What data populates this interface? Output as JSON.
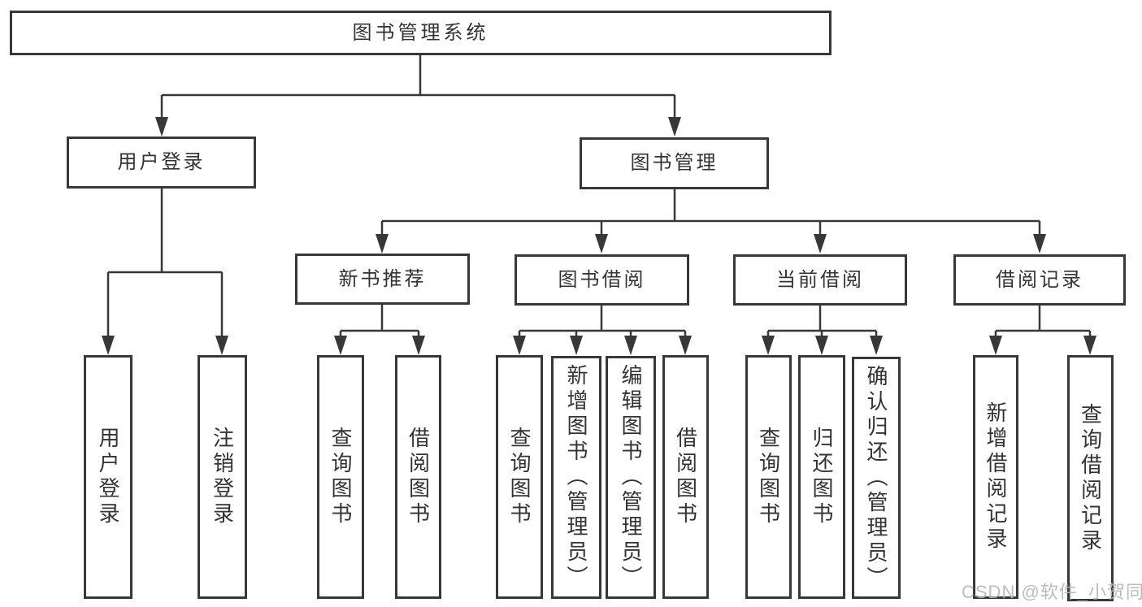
{
  "nodes": {
    "root": {
      "label": "图书管理系统"
    },
    "level2": [
      {
        "label": "用户登录"
      },
      {
        "label": "图书管理"
      }
    ],
    "level3": [
      {
        "label": "新书推荐"
      },
      {
        "label": "图书借阅"
      },
      {
        "label": "当前借阅"
      },
      {
        "label": "借阅记录"
      }
    ],
    "leaves": [
      {
        "label": "用户登录"
      },
      {
        "label": "注销登录"
      },
      {
        "label": "查询图书"
      },
      {
        "label": "借阅图书"
      },
      {
        "label": "查询图书"
      },
      {
        "label": "新增图书（管理员）"
      },
      {
        "label": "编辑图书（管理员）"
      },
      {
        "label": "借阅图书"
      },
      {
        "label": "查询图书"
      },
      {
        "label": "归还图书"
      },
      {
        "label": "确认归还（管理员）"
      },
      {
        "label": "新增借阅记录"
      },
      {
        "label": "查询借阅记录"
      }
    ]
  },
  "watermark": "CSDN @软件_小贺同学",
  "colors": {
    "line": "#383838",
    "text": "#333333",
    "background": "#ffffff",
    "watermark": "#b5b5b5"
  }
}
